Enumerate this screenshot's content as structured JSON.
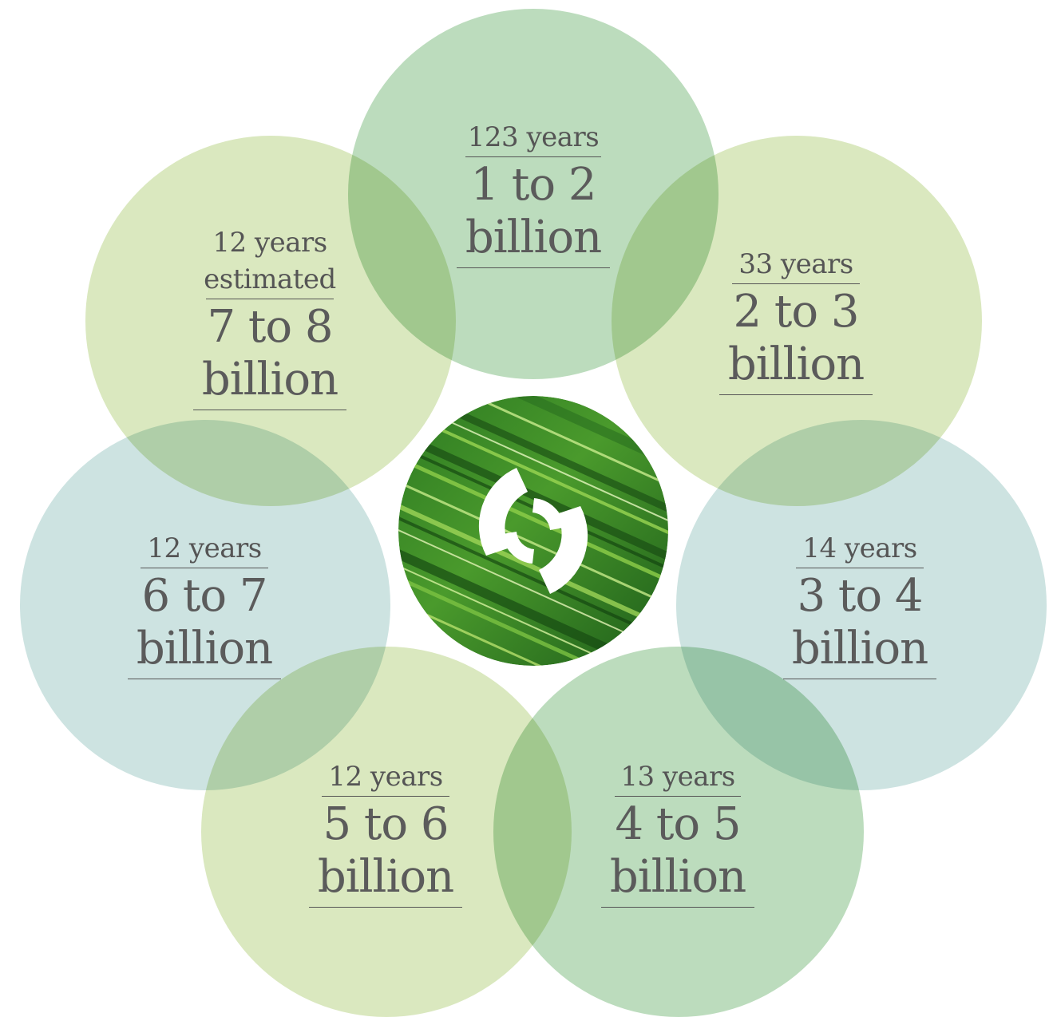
{
  "colors": {
    "light_green": "#dae8bf",
    "mid_green": "#bcdcbd",
    "blue_green": "#cde3e1",
    "text": "#555555",
    "logo_green_dark": "#1f6b1f",
    "logo_green_bright": "#7cc242"
  },
  "center": {
    "icon": "sustainability-swirl-logo"
  },
  "segments": [
    {
      "years": "123 years",
      "range": "1 to 2",
      "unit": "billion"
    },
    {
      "years": "33 years",
      "range": "2 to 3",
      "unit": "billion"
    },
    {
      "years": "14 years",
      "range": "3 to 4",
      "unit": "billion"
    },
    {
      "years": "13 years",
      "range": "4 to 5",
      "unit": "billion"
    },
    {
      "years": "12 years",
      "range": "5 to 6",
      "unit": "billion"
    },
    {
      "years": "12 years",
      "range": "6 to 7",
      "unit": "billion"
    },
    {
      "years_line1": "12 years",
      "years_line2": "estimated",
      "range": "7 to 8",
      "unit": "billion"
    }
  ]
}
